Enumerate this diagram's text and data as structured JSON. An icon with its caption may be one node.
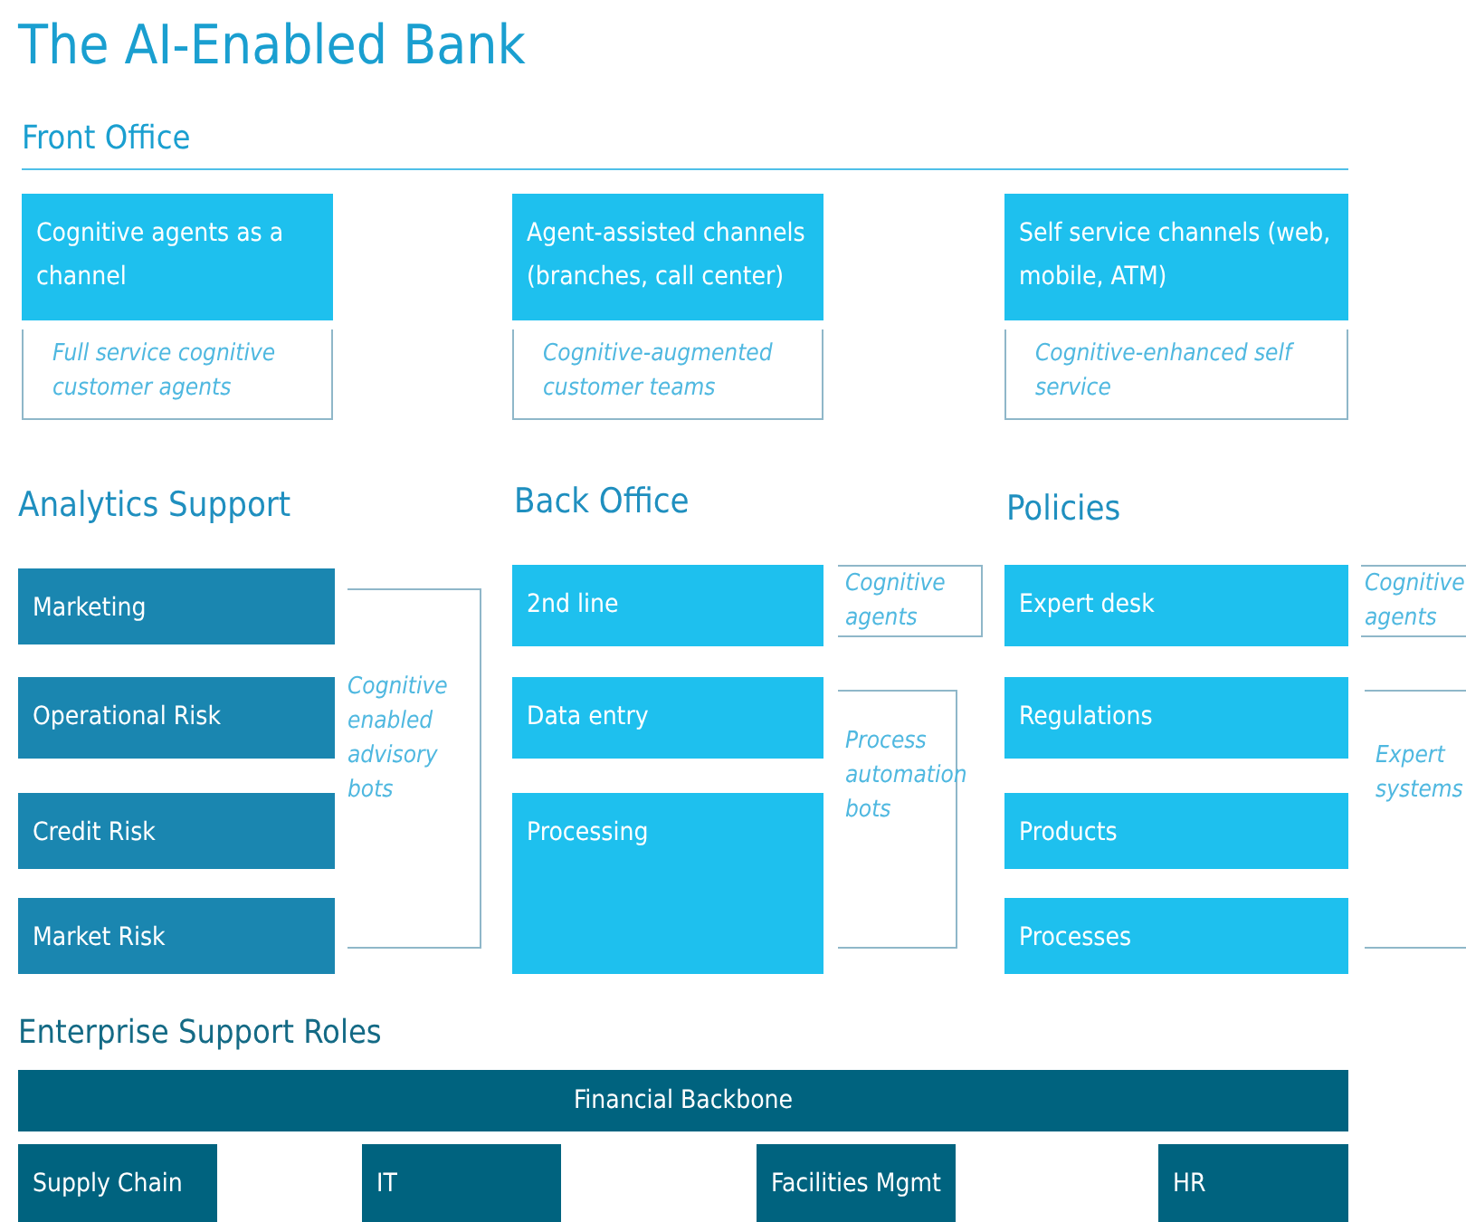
{
  "diagram": {
    "title": "The AI-Enabled Bank",
    "nodes": [
      {
        "text": [
          "Cognitive agents as a channel"
        ]
      },
      {
        "text": [
          "Full service cognitive customer agents"
        ]
      },
      {
        "text": [
          "Agent-assisted channels (branches, call center)"
        ]
      },
      {
        "text": [
          "Cognitive-augmented customer teams"
        ]
      },
      {
        "text": [
          "Self service channels (web, mobile, ATM)"
        ]
      },
      {
        "text": [
          "Cognitive-enhanced self service"
        ]
      },
      {
        "text": [
          "Marketing"
        ]
      },
      {
        "text": [
          "Operational Risk"
        ]
      },
      {
        "text": [
          "Credit Risk"
        ]
      },
      {
        "text": [
          "Market Risk"
        ]
      },
      {
        "text": [
          "Cognitive enabled advisory bots"
        ]
      },
      {
        "text": [
          "2nd line"
        ]
      },
      {
        "text": [
          "Data entry"
        ]
      },
      {
        "text": [
          "Processing"
        ]
      },
      {
        "text": [
          "Cognitive agents"
        ]
      },
      {
        "text": [
          "Process automation bots"
        ]
      },
      {
        "text": [
          "Expert desk"
        ]
      },
      {
        "text": [
          "Regulations"
        ]
      },
      {
        "text": [
          "Products"
        ]
      },
      {
        "text": [
          "Processes"
        ]
      },
      {
        "text": [
          "Cognitive agents"
        ]
      },
      {
        "text": [
          "Expert systems"
        ]
      },
      {
        "text": [
          "Financial Backbone"
        ]
      },
      {
        "text": [
          "Supply Chain"
        ]
      },
      {
        "text": [
          "IT"
        ]
      },
      {
        "text": [
          "Facilities Mgmt"
        ]
      },
      {
        "text": [
          "HR"
        ]
      }
    ],
    "labels": [
      "Front Office",
      "Analytics Support",
      "Back Office",
      "Policies",
      "Enterprise Support Roles"
    ]
  }
}
